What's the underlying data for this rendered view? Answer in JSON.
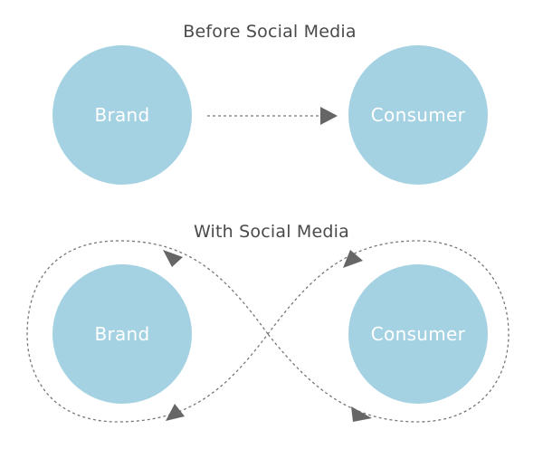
{
  "colors": {
    "node_fill": "#a5d2e2",
    "node_text": "#ffffff",
    "title_text": "#4a4a4a",
    "line": "#777777",
    "arrowhead": "#666666"
  },
  "sections": {
    "before": {
      "title": "Before Social Media",
      "source_label": "Brand",
      "target_label": "Consumer"
    },
    "with": {
      "title": "With Social Media",
      "left_label": "Brand",
      "right_label": "Consumer"
    }
  }
}
